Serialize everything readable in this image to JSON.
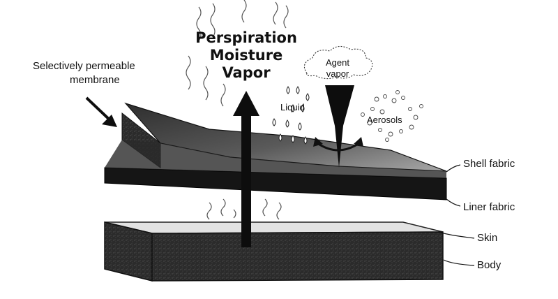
{
  "title": {
    "lines": [
      "Perspiration",
      "Moisture",
      "Vapor"
    ]
  },
  "labels": {
    "membrane_line1": "Selectively permeable",
    "membrane_line2": "membrane",
    "liquid": "Liquid",
    "agent_line1": "Agent",
    "agent_line2": "vapor",
    "aerosols": "Aerosols",
    "shell_fabric": "Shell fabric",
    "liner_fabric": "Liner fabric",
    "skin": "Skin",
    "body": "Body"
  },
  "colors": {
    "ink": "#111111",
    "shell_dark": "#3a3a3a",
    "shell_light": "#9a9a9a",
    "liner": "#1a1a1a",
    "body_dark": "#2a2a2a",
    "skin": "#d8d8d8",
    "background": "#ffffff"
  }
}
